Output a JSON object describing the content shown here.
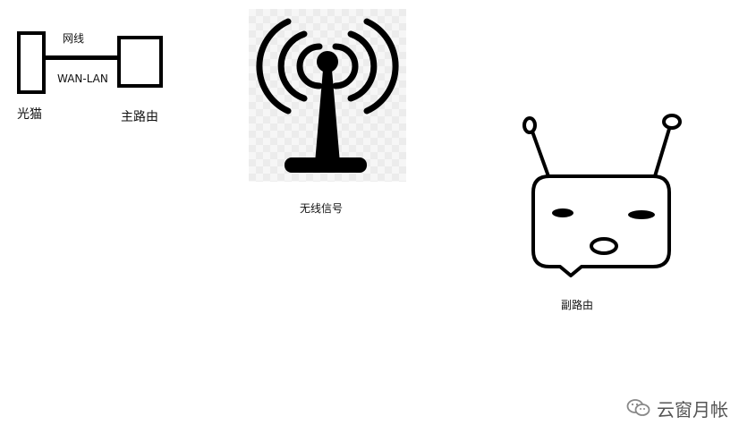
{
  "diagram": {
    "modem": {
      "label": "光猫"
    },
    "main_router": {
      "label": "主路由"
    },
    "cable": {
      "top_label": "网线",
      "bottom_label": "WAN-LAN"
    },
    "wireless": {
      "label": "无线信号"
    },
    "secondary_router": {
      "label": "副路由"
    }
  },
  "watermark": {
    "text": "云窗月帐",
    "icon": "wechat-icon"
  },
  "colors": {
    "stroke": "#000000",
    "background": "#ffffff",
    "watermark": "#555555"
  }
}
